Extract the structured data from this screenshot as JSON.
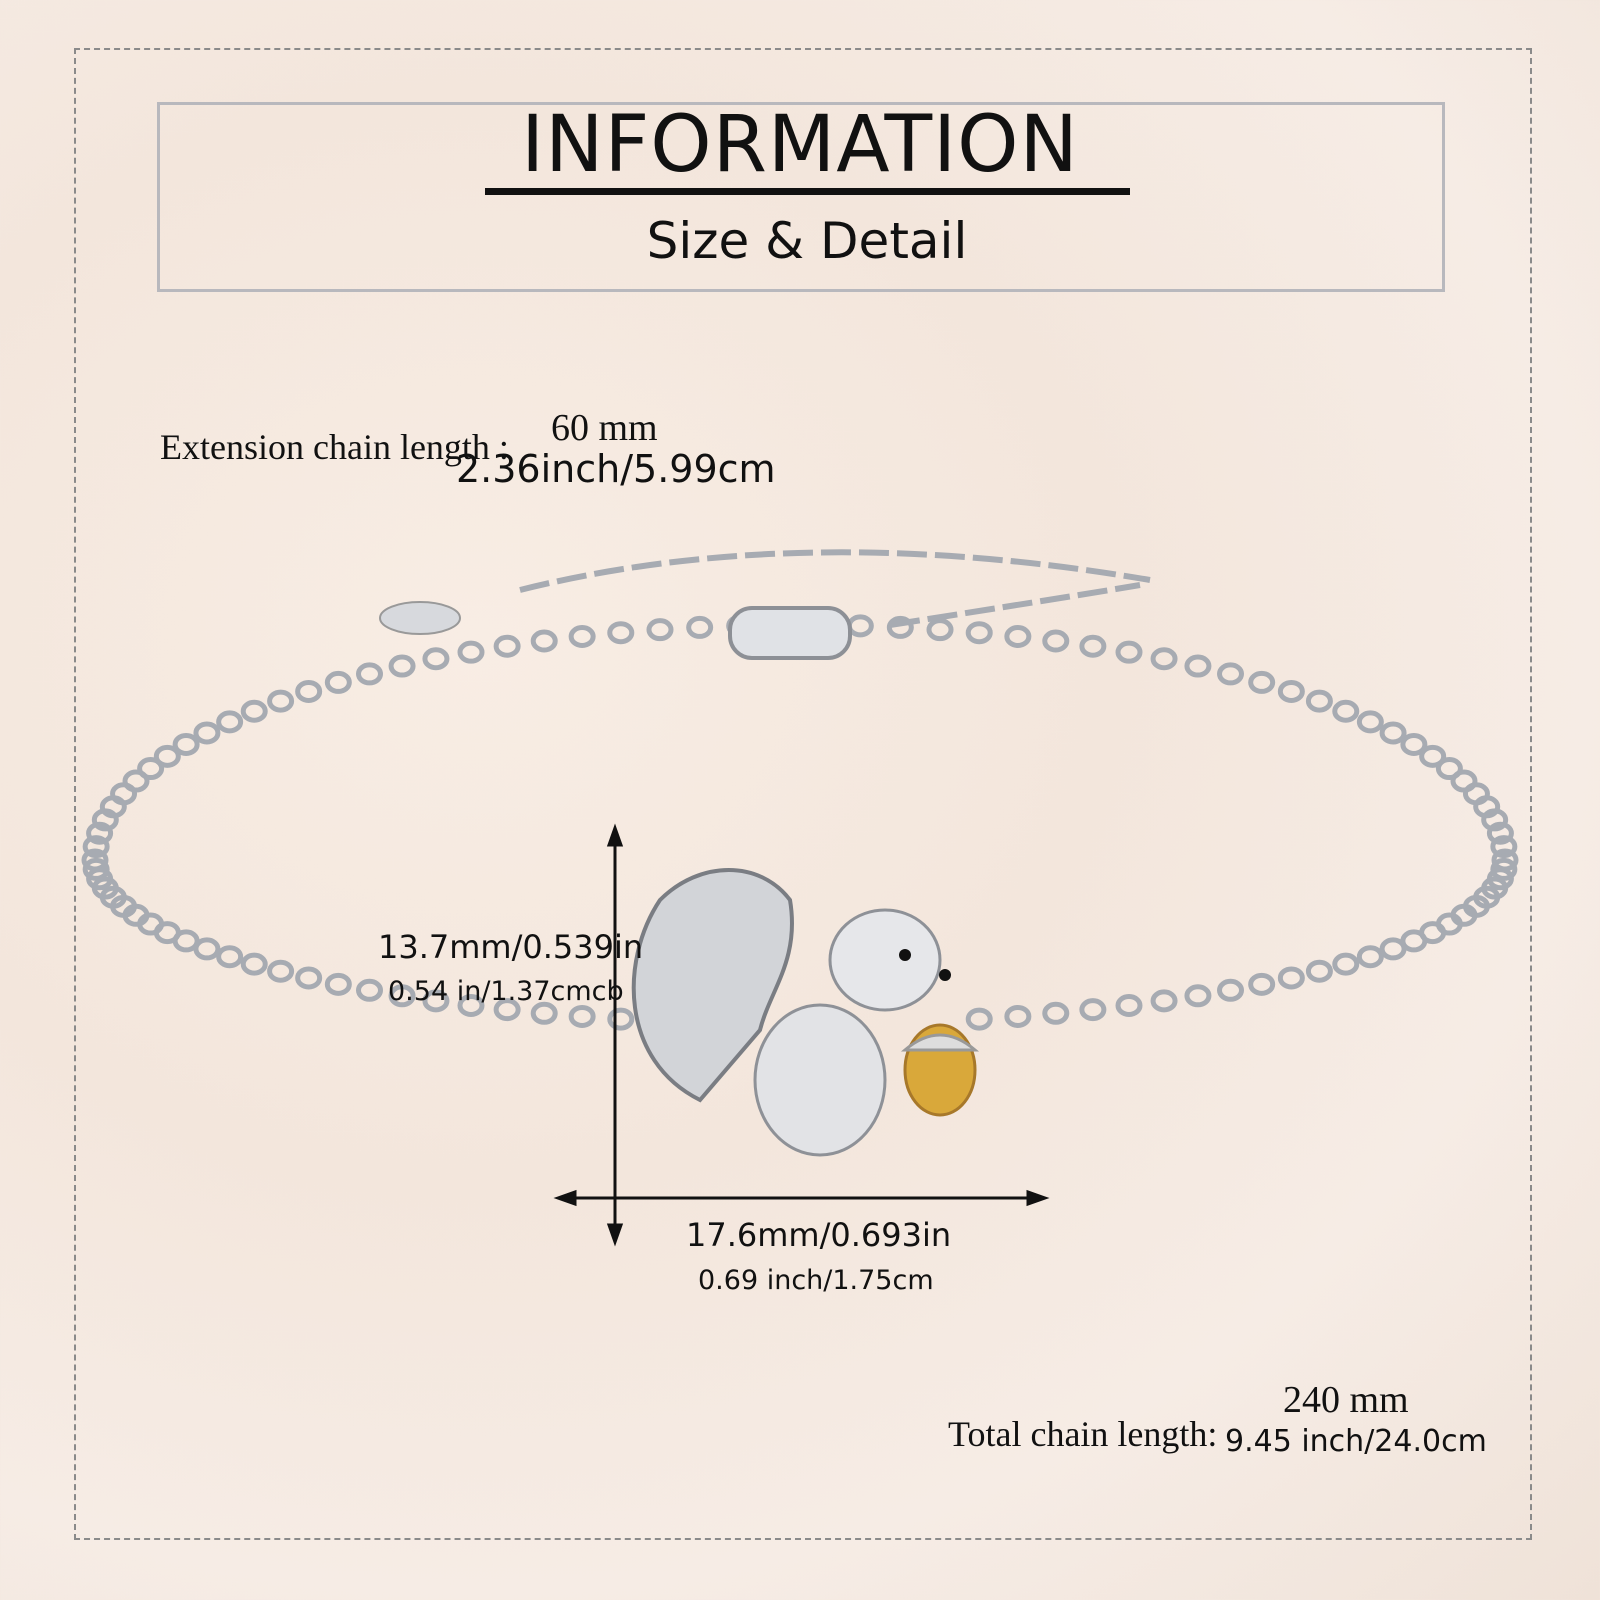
{
  "header": {
    "title": "INFORMATION",
    "subtitle": "Size & Detail"
  },
  "extension": {
    "label": "Extension chain length :",
    "mm": "60 mm",
    "imperial": "2.36inch/5.99cm"
  },
  "pendant_height": {
    "primary": "13.7mm/0.539in",
    "secondary": "0.54 in/1.37cmcb"
  },
  "pendant_width": {
    "primary": "17.6mm/0.693in",
    "secondary": "0.69 inch/1.75cm"
  },
  "total": {
    "label": "Total chain length:",
    "mm": "240 mm",
    "imperial": "9.45 inch/24.0cm"
  },
  "colors": {
    "silver": "#b9bcc2",
    "gold": "#d9a83a",
    "text": "#111111"
  }
}
